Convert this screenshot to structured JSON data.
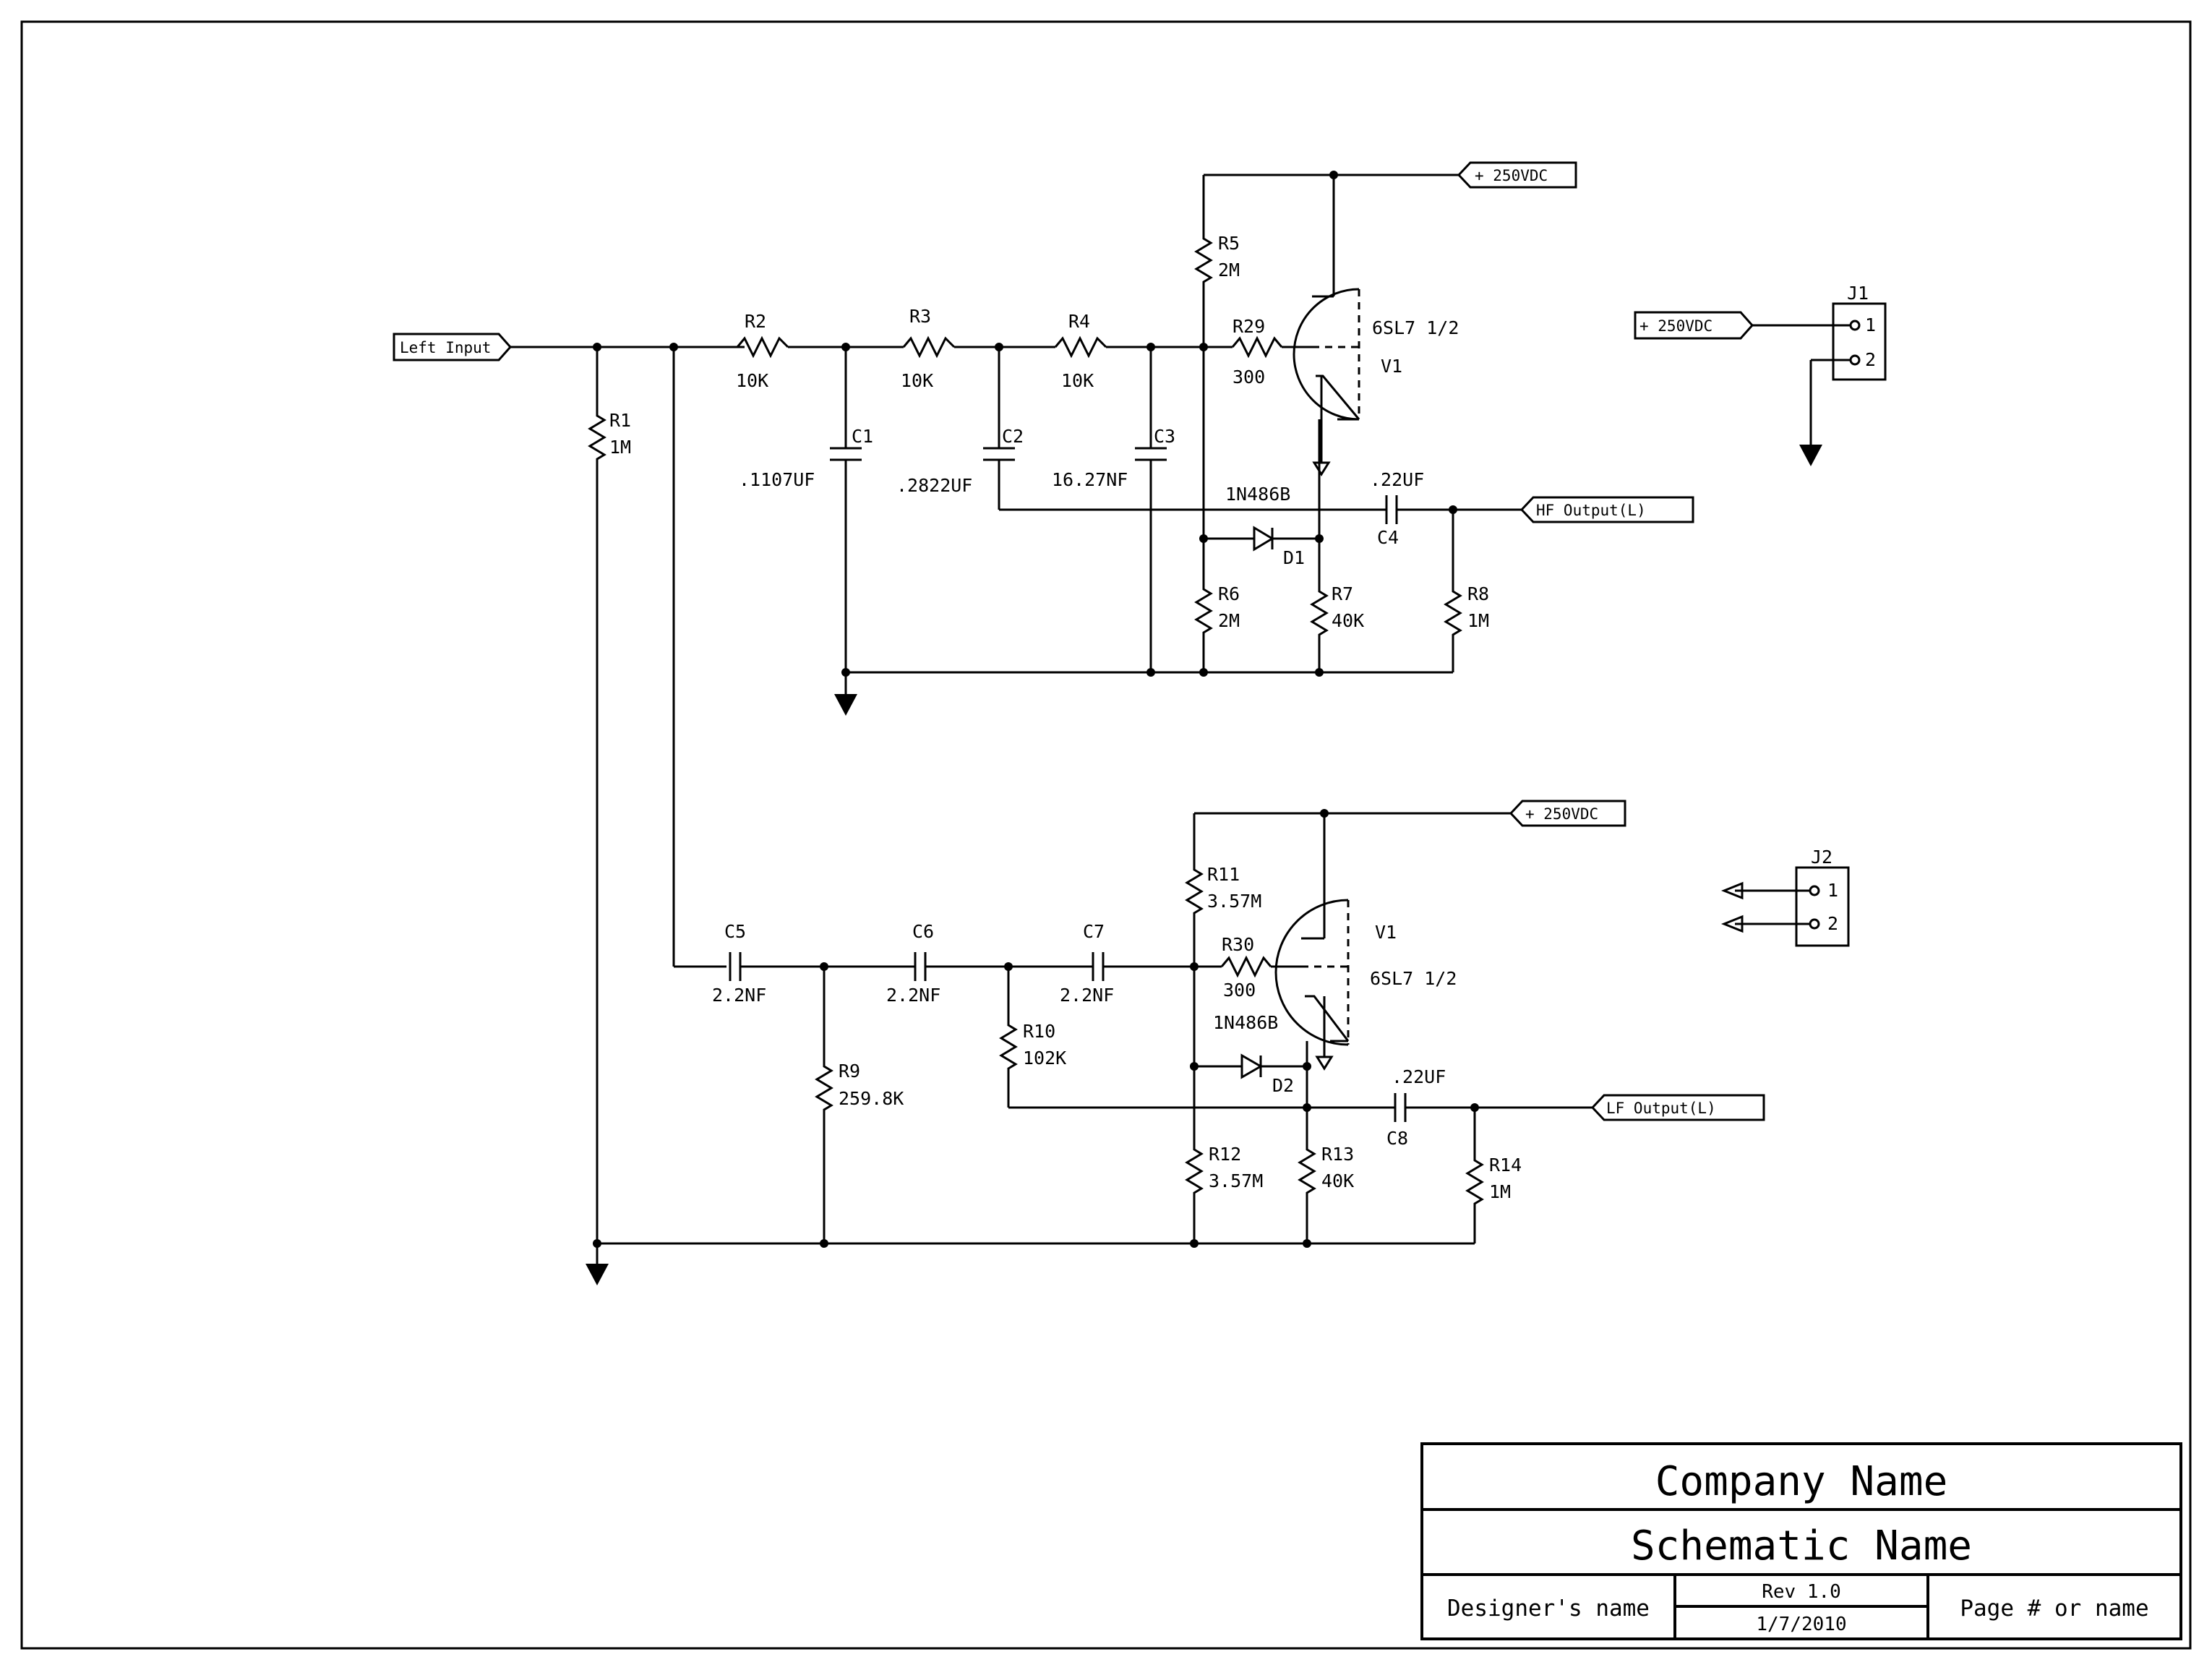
{
  "ports": {
    "left_input": "Left Input",
    "hf_output": "HF Output(L)",
    "lf_output": "LF Output(L)",
    "vdc_top": "+ 250VDC",
    "vdc_j1": "+ 250VDC",
    "vdc_bottom": "+ 250VDC"
  },
  "components": {
    "R1": {
      "ref": "R1",
      "value": "1M"
    },
    "R2": {
      "ref": "R2",
      "value": "10K"
    },
    "R3": {
      "ref": "R3",
      "value": "10K"
    },
    "R4": {
      "ref": "R4",
      "value": "10K"
    },
    "R5": {
      "ref": "R5",
      "value": "2M"
    },
    "R6": {
      "ref": "R6",
      "value": "2M"
    },
    "R7": {
      "ref": "R7",
      "value": "40K"
    },
    "R8": {
      "ref": "R8",
      "value": "1M"
    },
    "R9": {
      "ref": "R9",
      "value": "259.8K"
    },
    "R10": {
      "ref": "R10",
      "value": "102K"
    },
    "R11": {
      "ref": "R11",
      "value": "3.57M"
    },
    "R12": {
      "ref": "R12",
      "value": "3.57M"
    },
    "R13": {
      "ref": "R13",
      "value": "40K"
    },
    "R14": {
      "ref": "R14",
      "value": "1M"
    },
    "R29": {
      "ref": "R29",
      "value": "300"
    },
    "R30": {
      "ref": "R30",
      "value": "300"
    },
    "C1": {
      "ref": "C1",
      "value": ".1107UF"
    },
    "C2": {
      "ref": "C2",
      "value": ".2822UF"
    },
    "C3": {
      "ref": "C3",
      "value": "16.27NF"
    },
    "C4": {
      "ref": "C4",
      "value": ".22UF"
    },
    "C5": {
      "ref": "C5",
      "value": "2.2NF"
    },
    "C6": {
      "ref": "C6",
      "value": "2.2NF"
    },
    "C7": {
      "ref": "C7",
      "value": "2.2NF"
    },
    "C8": {
      "ref": "C8",
      "value": ".22UF"
    },
    "D1": {
      "ref": "D1",
      "value": "1N486B"
    },
    "D2": {
      "ref": "D2",
      "value": "1N486B"
    },
    "V1_top": {
      "ref": "V1",
      "value": "6SL7 1/2"
    },
    "V1_bottom": {
      "ref": "V1",
      "value": "6SL7 1/2"
    },
    "J1": {
      "ref": "J1",
      "pins": [
        "1",
        "2"
      ]
    },
    "J2": {
      "ref": "J2",
      "pins": [
        "1",
        "2"
      ]
    }
  },
  "title_block": {
    "company": "Company Name",
    "schematic": "Schematic Name",
    "designer": "Designer's name",
    "rev": "Rev 1.0",
    "date": "1/7/2010",
    "page": "Page # or name"
  }
}
